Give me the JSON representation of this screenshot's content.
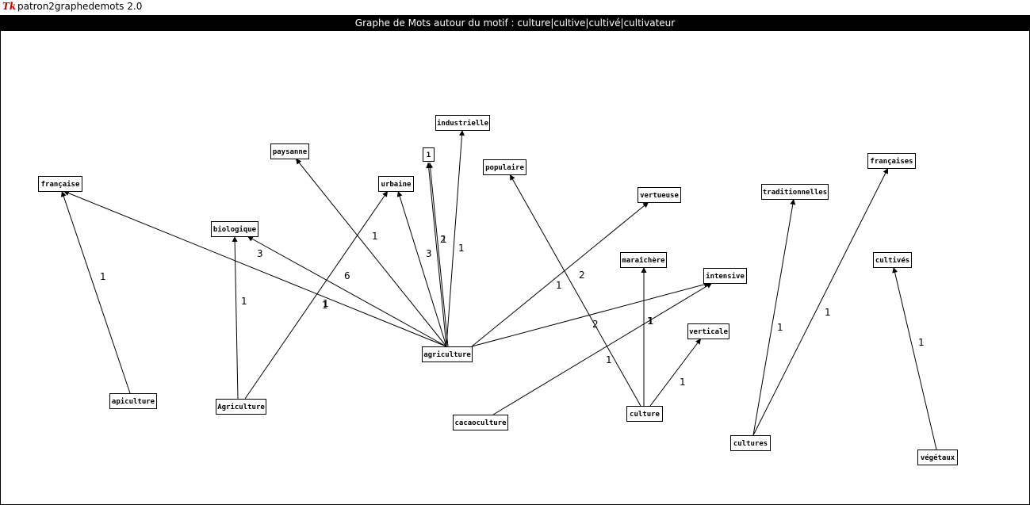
{
  "window": {
    "title": "patron2graphedemots 2.0",
    "icon": "tk-feather-icon"
  },
  "header": {
    "title": "Graphe de Mots autour du motif : culture|cultive|cultivé|cultivateur"
  },
  "graph": {
    "nodes": [
      {
        "id": "francaise",
        "label": "française"
      },
      {
        "id": "paysanne",
        "label": "paysanne"
      },
      {
        "id": "industrielle",
        "label": "industrielle"
      },
      {
        "id": "one",
        "label": "1"
      },
      {
        "id": "populaire",
        "label": "populaire"
      },
      {
        "id": "urbaine",
        "label": "urbaine"
      },
      {
        "id": "biologique",
        "label": "biologique"
      },
      {
        "id": "vertueuse",
        "label": "vertueuse"
      },
      {
        "id": "traditionnelles",
        "label": "traditionnelles"
      },
      {
        "id": "francaises",
        "label": "françaises"
      },
      {
        "id": "maraichere",
        "label": "maraîchère"
      },
      {
        "id": "intensive",
        "label": "intensive"
      },
      {
        "id": "cultives",
        "label": "cultivés"
      },
      {
        "id": "verticale",
        "label": "verticale"
      },
      {
        "id": "agriculture",
        "label": "agriculture"
      },
      {
        "id": "apiculture",
        "label": "apiculture"
      },
      {
        "id": "Agriculture",
        "label": "Agriculture"
      },
      {
        "id": "cacaoculture",
        "label": "cacaoculture"
      },
      {
        "id": "culture",
        "label": "culture"
      },
      {
        "id": "cultures",
        "label": "cultures"
      },
      {
        "id": "vegetaux",
        "label": "végétaux"
      }
    ],
    "edges": [
      {
        "from": "agriculture",
        "to": "francaise",
        "weight": "1"
      },
      {
        "from": "agriculture",
        "to": "paysanne",
        "weight": "1"
      },
      {
        "from": "agriculture",
        "to": "industrielle",
        "weight": "1"
      },
      {
        "from": "agriculture",
        "to": "one",
        "weight": "1"
      },
      {
        "from": "agriculture",
        "to": "one",
        "weight": "2"
      },
      {
        "from": "agriculture",
        "to": "urbaine",
        "weight": "3"
      },
      {
        "from": "agriculture",
        "to": "biologique",
        "weight": "6"
      },
      {
        "from": "agriculture",
        "to": "vertueuse",
        "weight": "1"
      },
      {
        "from": "agriculture",
        "to": "intensive",
        "weight": "1"
      },
      {
        "from": "apiculture",
        "to": "francaise",
        "weight": "1"
      },
      {
        "from": "Agriculture",
        "to": "biologique",
        "weight": "1"
      },
      {
        "from": "Agriculture",
        "to": "urbaine",
        "weight": "1"
      },
      {
        "from": "cacaoculture",
        "to": "intensive",
        "weight": "1"
      },
      {
        "from": "culture",
        "to": "populaire",
        "weight": "2"
      },
      {
        "from": "culture",
        "to": "maraichere",
        "weight": "1"
      },
      {
        "from": "culture",
        "to": "verticale",
        "weight": "1"
      },
      {
        "from": "cultures",
        "to": "traditionnelles",
        "weight": "1"
      },
      {
        "from": "cultures",
        "to": "francaises",
        "weight": "1"
      },
      {
        "from": "vegetaux",
        "to": "cultives",
        "weight": "1"
      }
    ],
    "extra_weight_labels": [
      "3",
      "2"
    ]
  }
}
